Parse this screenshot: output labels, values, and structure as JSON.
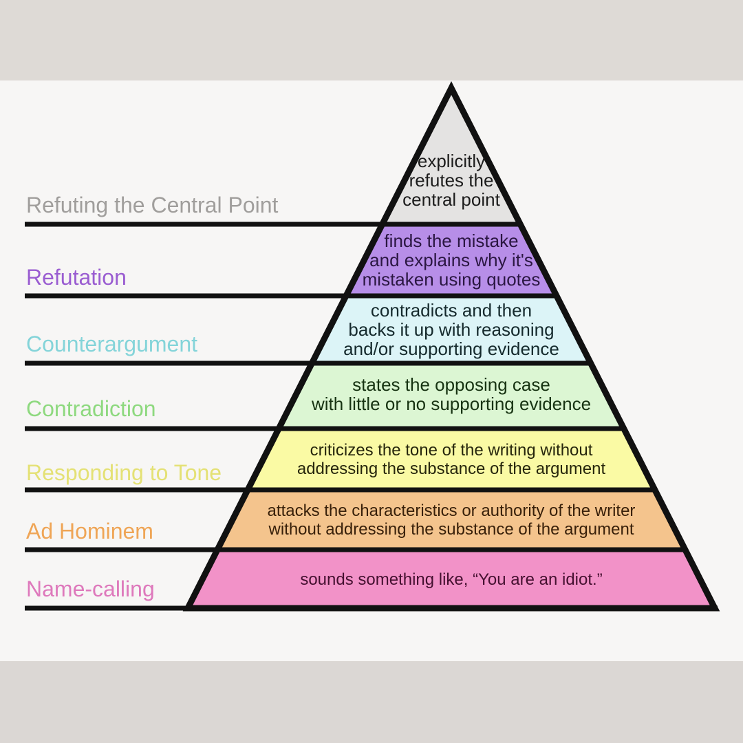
{
  "background": {
    "top_band_color": "#dedad6",
    "canvas_color": "#f7f6f5",
    "bottom_band_color": "#dbd7d4"
  },
  "pyramid": {
    "outline_color": "#111111",
    "levels": [
      {
        "label": "Refuting the Central Point",
        "label_color": "#a09e9c",
        "band_color": "#e4e3e2",
        "text_color": "#1c1c1c",
        "text": "explicitly\nrefutes the\ncentral point"
      },
      {
        "label": "Refutation",
        "label_color": "#9a5dd1",
        "band_color": "#b78ee8",
        "text_color": "#2b1742",
        "text": "finds the mistake\nand explains why it's\nmistaken using quotes"
      },
      {
        "label": "Counterargument",
        "label_color": "#84d4d9",
        "band_color": "#dcf4f7",
        "text_color": "#152a2d",
        "text": "contradicts and then\nbacks it up with reasoning\nand/or supporting evidence"
      },
      {
        "label": "Contradiction",
        "label_color": "#8ed97f",
        "band_color": "#dcf6d3",
        "text_color": "#173312",
        "text": "states the opposing case\nwith little or no supporting evidence"
      },
      {
        "label": "Responding to Tone",
        "label_color": "#e4e175",
        "band_color": "#fafaa4",
        "text_color": "#26260c",
        "text": "criticizes the tone of the writing without\naddressing the substance of the argument"
      },
      {
        "label": "Ad Hominem",
        "label_color": "#efa556",
        "band_color": "#f4c48d",
        "text_color": "#38200a",
        "text": "attacks the characteristics or authority of the writer\nwithout addressing the substance of the argument"
      },
      {
        "label": "Name-calling",
        "label_color": "#de79bc",
        "band_color": "#f292c8",
        "text_color": "#451030",
        "text": "sounds something like, “You are an idiot.”"
      }
    ]
  }
}
